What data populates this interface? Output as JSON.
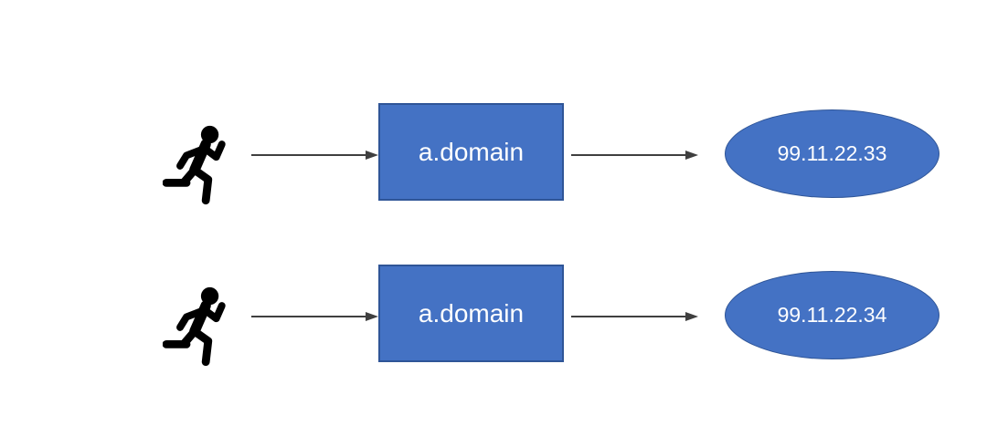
{
  "diagram": {
    "description": "DNS round-robin style flow: two clients requesting the same domain resolve to two different IP addresses",
    "rows": [
      {
        "actor_icon": "running-person-icon",
        "domain_label": "a.domain",
        "ip_label": "99.11.22.33"
      },
      {
        "actor_icon": "running-person-icon",
        "domain_label": "a.domain",
        "ip_label": "99.11.22.34"
      }
    ],
    "colors": {
      "shape_fill": "#4472C4",
      "shape_border": "#2F5597",
      "arrow": "#3F3F3F",
      "icon": "#000000",
      "label_text": "#FFFFFF",
      "background": "#FFFFFF"
    }
  }
}
